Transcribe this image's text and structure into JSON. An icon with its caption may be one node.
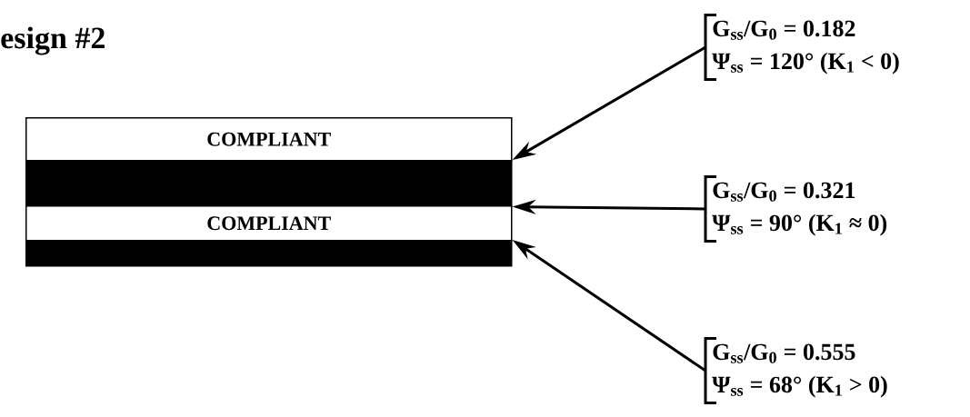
{
  "diagram": {
    "title": "esign #2",
    "nodes": [
      {
        "text": [
          "COMPLIANT"
        ]
      },
      {
        "text": [],
        "shape": "bar"
      },
      {
        "text": [
          "COMPLIANT"
        ]
      },
      {
        "text": [],
        "shape": "bar"
      },
      {
        "text": [
          "G$_{ss}$/G$_{0}$ = 0.182",
          "Ψ$_{ss}$ = 120°  (K$_{1}$ < 0)"
        ]
      },
      {
        "text": [
          "G$_{ss}$/G$_{0}$ = 0.321",
          "Ψ$_{ss}$ = 90°  (K$_{1}$ ≈ 0)"
        ]
      },
      {
        "text": [
          "G$_{ss}$/G$_{0}$ = 0.555",
          "Ψ$_{ss}$ = 68°  (K$_{1}$ > 0)"
        ]
      }
    ],
    "edges": [
      {
        "from": 4,
        "to": 1,
        "arrow": "to"
      },
      {
        "from": 5,
        "to": 1,
        "arrow": "to"
      },
      {
        "from": 6,
        "to": 3,
        "arrow": "to"
      }
    ]
  }
}
